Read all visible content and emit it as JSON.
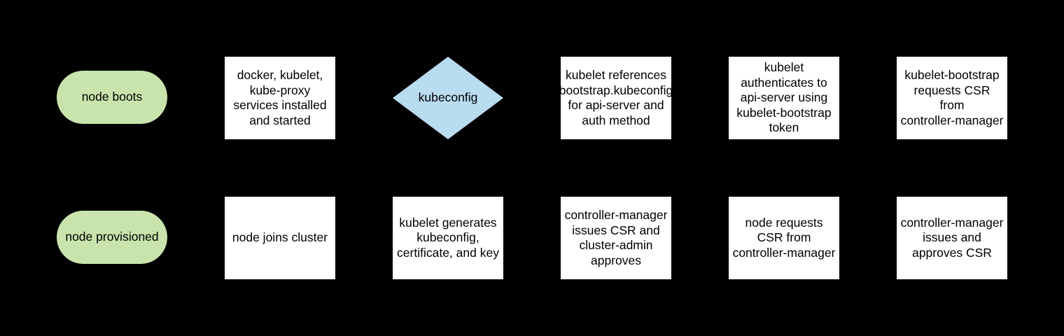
{
  "canvas": {
    "background": "#000000"
  },
  "colors": {
    "terminator_fill": "#c8e4ac",
    "decision_fill": "#b9dcf1",
    "process_fill": "#ffffff",
    "text": "#000000"
  },
  "flowchart": {
    "rows": [
      {
        "nodes": [
          {
            "type": "terminator",
            "label": "node boots"
          },
          {
            "type": "process",
            "label": "docker, kubelet,\nkube-proxy\nservices installed\nand started"
          },
          {
            "type": "decision",
            "label": "kubeconfig"
          },
          {
            "type": "process",
            "label": "kubelet references\nbootstrap.kubeconfig\nfor api-server and\nauth method"
          },
          {
            "type": "process",
            "label": "kubelet\nauthenticates to\napi-server using\nkubelet-bootstrap\ntoken"
          },
          {
            "type": "process",
            "label": "kubelet-bootstrap\nrequests CSR\nfrom\ncontroller-manager"
          }
        ]
      },
      {
        "nodes": [
          {
            "type": "terminator",
            "label": "node provisioned"
          },
          {
            "type": "process",
            "label": "node joins cluster"
          },
          {
            "type": "process",
            "label": "kubelet generates\nkubeconfig,\ncertificate, and key"
          },
          {
            "type": "process",
            "label": "controller-manager\nissues CSR and\ncluster-admin\napproves"
          },
          {
            "type": "process",
            "label": "node requests\nCSR from\ncontroller-manager"
          },
          {
            "type": "process",
            "label": "controller-manager\nissues and\napproves CSR"
          }
        ]
      }
    ]
  }
}
